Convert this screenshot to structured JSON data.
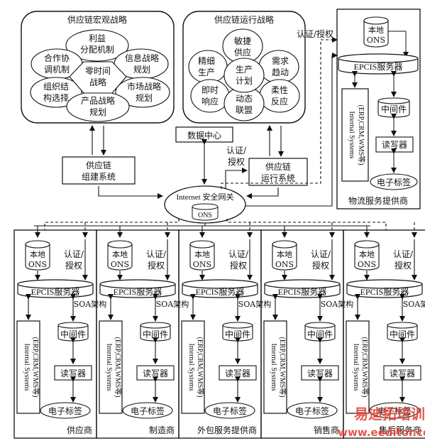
{
  "macro": {
    "title": "供应链宏观战略",
    "top": [
      "利益",
      "分配机制"
    ],
    "tl": [
      "合作协",
      "调机制"
    ],
    "tr": [
      "信息战略",
      "规划"
    ],
    "center": [
      "零时间",
      "战略"
    ],
    "ml": [
      "组织结",
      "构选择"
    ],
    "mr": [
      "市场战略",
      "规划"
    ],
    "bottom": [
      "产品战略",
      "规划"
    ]
  },
  "ops": {
    "title": "供应链运行战略",
    "top": [
      "敏捷",
      "供应"
    ],
    "tl": [
      "精细",
      "生产"
    ],
    "center": [
      "生产",
      "计划"
    ],
    "tr": [
      "需求",
      "趋动"
    ],
    "ml": [
      "即时",
      "响应"
    ],
    "bottom": [
      "动态",
      "联盟"
    ],
    "mr": [
      "柔性",
      "反应"
    ]
  },
  "data_center": "数据中心",
  "build_system": [
    "供应链",
    "组建系统"
  ],
  "run_system": [
    "供应链",
    "运行系统"
  ],
  "auth_mid": [
    "认证/",
    "授权"
  ],
  "gateway": {
    "label": "Internet 安全网关",
    "ons": "ONS"
  },
  "logistics": {
    "auth": "认证/授权",
    "ons": [
      "本地",
      "ONS"
    ],
    "epcis": "EPCIS服务器",
    "internal": "Internal Systems",
    "erp": "(ERP,CRM,WMS等)",
    "middleware": "中间件",
    "reader": "读写器",
    "tag": "电子标签",
    "name": "物流服务提供商"
  },
  "party_common": {
    "ons": [
      "本地",
      "ONS"
    ],
    "auth": [
      "认证/",
      "授权"
    ],
    "epcis": "EPCIS服务器",
    "soa": "SOA架构",
    "internal": "Internal Systems",
    "erp": "(ERP,CRM,WMS等)",
    "middleware": "中间件",
    "reader": "读写器",
    "tag": "电子标签"
  },
  "parties": [
    "供应商",
    "制造商",
    "外包服务提供商",
    "销售商",
    "售后服务商"
  ],
  "watermark": {
    "text": "易迪拓培训",
    "url": "www.eeditor.com",
    "color": "#e23a2c"
  }
}
